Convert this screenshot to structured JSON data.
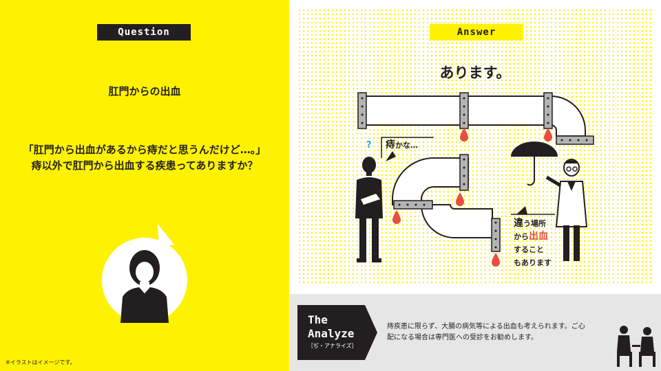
{
  "question": {
    "label": "Question",
    "heading": "肛門からの出血",
    "line1": "「肛門から出血があるから痔だと思うんだけど…。」",
    "line2": "痔以外で肛門から出血する疾患ってありますか？"
  },
  "answer": {
    "label": "Answer",
    "title": "あります。",
    "bubble_question_mark": "?",
    "bubble_left_hi": "痔",
    "bubble_left_rest": "かな…",
    "bubble_right": {
      "l1_hi": "違",
      "l1_rest": "う場所",
      "l2_pre": "から",
      "l2_hi": "出血",
      "l3": "すること",
      "l4": "もあります"
    }
  },
  "analyze": {
    "title_line1": "The",
    "title_line2": "Analyze",
    "subtitle": "［ぢ・アナライズ］",
    "explanation_line1": "痔疾患に限らず、大腸の病気等による出血も考えられます。ご心",
    "explanation_line2": "配になる場合は専門医への受診をお勧めします。"
  },
  "note": "※イラストはイメージです。",
  "colors": {
    "yellow": "#fff200",
    "dark": "#231f20",
    "blood": "#e94e3d",
    "gray": "#e6e6e6"
  }
}
